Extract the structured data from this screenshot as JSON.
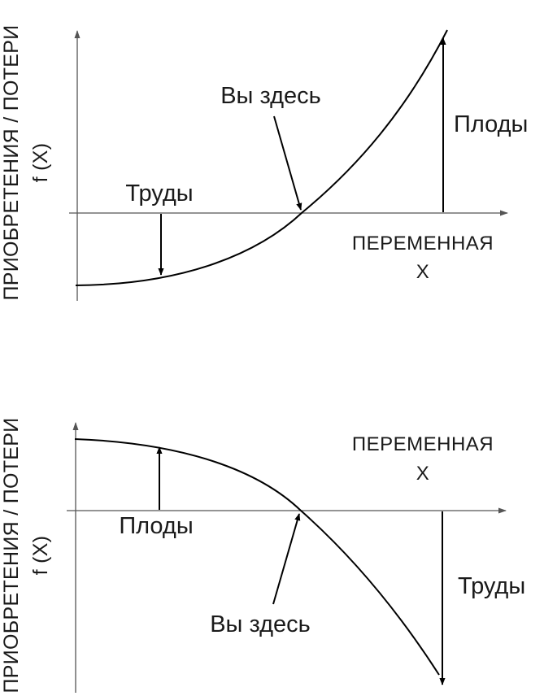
{
  "top_panel": {
    "y_axis_label_line1": "ПРИОБРЕТЕНИЯ / ПОТЕРИ",
    "y_axis_label_line2": "f (X)",
    "x_axis_label_line1": "ПЕРЕМЕННАЯ",
    "x_axis_label_line2": "X",
    "costs_label": "Труды",
    "you_are_here_label": "Вы здесь",
    "benefits_label": "Плоды"
  },
  "bottom_panel": {
    "y_axis_label_line1": "ПРИОБРЕТЕНИЯ / ПОТЕРИ",
    "y_axis_label_line2": "f (X)",
    "x_axis_label_line1": "ПЕРЕМЕННАЯ",
    "x_axis_label_line2": "X",
    "benefits_label": "Плоды",
    "you_are_here_label": "Вы здесь",
    "costs_label": "Труды"
  },
  "colors": {
    "curve": "#000000",
    "axis": "#555555",
    "text": "#1a1a1a"
  }
}
